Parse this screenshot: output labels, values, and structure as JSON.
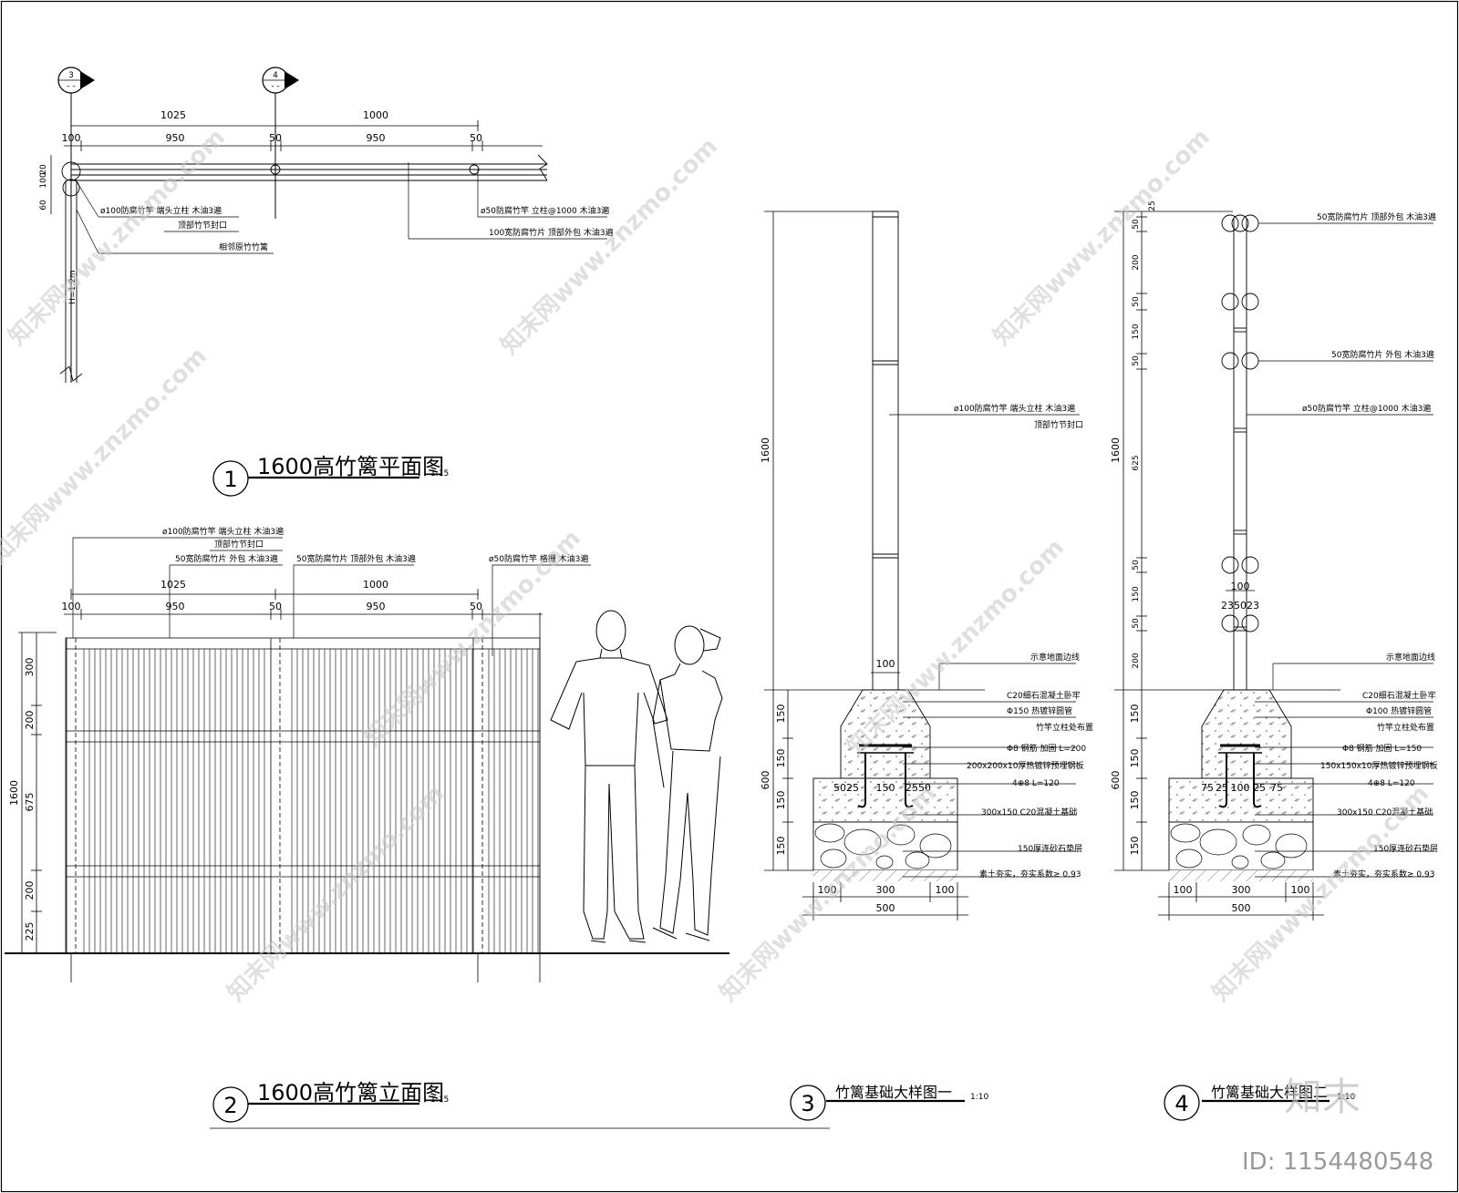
{
  "views": {
    "plan": {
      "num": "1",
      "title": "1600高竹篱平面图",
      "scale": "1:15"
    },
    "elev": {
      "num": "2",
      "title": "1600高竹篱立面图",
      "scale": "1:15"
    },
    "det1": {
      "num": "3",
      "title": "竹篱基础大样图一",
      "scale": "1:10"
    },
    "det2": {
      "num": "4",
      "title": "竹篱基础大样图二",
      "scale": "1:10"
    }
  },
  "plan": {
    "cut3": "3",
    "cut4": "4",
    "dims_top": [
      "1025",
      "1000"
    ],
    "dims_mid": [
      "100",
      "950",
      "50",
      "950",
      "50"
    ],
    "dims_left": [
      "20",
      "100",
      "60"
    ],
    "height_note": "H=1.2m",
    "notes": [
      "ø100防腐竹竿 端头立柱 木油3遍",
      "顶部竹节封口",
      "相邻原竹竹篱",
      "ø50防腐竹竿 立柱@1000 木油3遍",
      "100宽防腐竹片 顶部外包 木油3遍"
    ]
  },
  "elev": {
    "notes": [
      "ø100防腐竹竿 端头立柱 木油3遍",
      "顶部竹节封口",
      "50宽防腐竹片 外包 木油3遍",
      "50宽防腐竹片 顶部外包 木油3遍",
      "ø50防腐竹竿 格栅 木油3遍"
    ],
    "dims_top": [
      "1025",
      "1000"
    ],
    "dims_mid": [
      "100",
      "950",
      "50",
      "950",
      "50"
    ],
    "dims_left": [
      "300",
      "200",
      "675",
      "200",
      "225"
    ],
    "total": "1600"
  },
  "det1": {
    "total": "1600",
    "post": "100",
    "found": "600",
    "layers": [
      "150",
      "150",
      "150",
      "150"
    ],
    "bottom": [
      "100",
      "300",
      "100"
    ],
    "width": "500",
    "plate_dims": [
      "5025",
      "150",
      "2550"
    ],
    "notes_top": [
      "ø100防腐竹竿 端头立柱 木油3遍",
      "顶部竹节封口"
    ],
    "notes": [
      "示意地面边线",
      "C20细石混凝土卧牢",
      "Φ150 热镀锌圆管",
      "竹竿立柱处布置",
      "Φ8 钢筋 加固 L=200",
      "200x200x10厚热镀锌预埋钢板",
      "4⊕8 L=120",
      "300x150 C20混凝土基础",
      "150厚连砂石垫层",
      "素土夯实，夯实系数≥ 0.93"
    ]
  },
  "det2": {
    "total": "1600",
    "dims_left": [
      "25",
      "50",
      "200",
      "50",
      "150",
      "50",
      "625",
      "50",
      "150",
      "50",
      "200"
    ],
    "found": "600",
    "layers": [
      "150",
      "150",
      "150",
      "150"
    ],
    "bottom": [
      "100",
      "300",
      "100"
    ],
    "width": "500",
    "post": "100",
    "post2": "235023",
    "plate_dims": [
      "75",
      "25",
      "100",
      "25",
      "75"
    ],
    "notes_top": [
      "50宽防腐竹片 顶部外包 木油3遍",
      "50宽防腐竹片 外包 木油3遍",
      "ø50防腐竹竿 立柱@1000 木油3遍"
    ],
    "notes": [
      "示意地面边线",
      "C20细石混凝土卧牢",
      "Φ100 热镀锌圆管",
      "竹竿立柱处布置",
      "Φ8 钢筋 加固 L=150",
      "150x150x10厚热镀锌预埋钢板",
      "4⊕8 L=120",
      "300x150 C20混凝土基础",
      "150厚连砂石垫层",
      "素土夯实，夯实系数≥ 0.93"
    ]
  },
  "watermark": {
    "text": "知末网www.znzmo.com",
    "logo": "知末",
    "id": "ID: 1154480548"
  }
}
